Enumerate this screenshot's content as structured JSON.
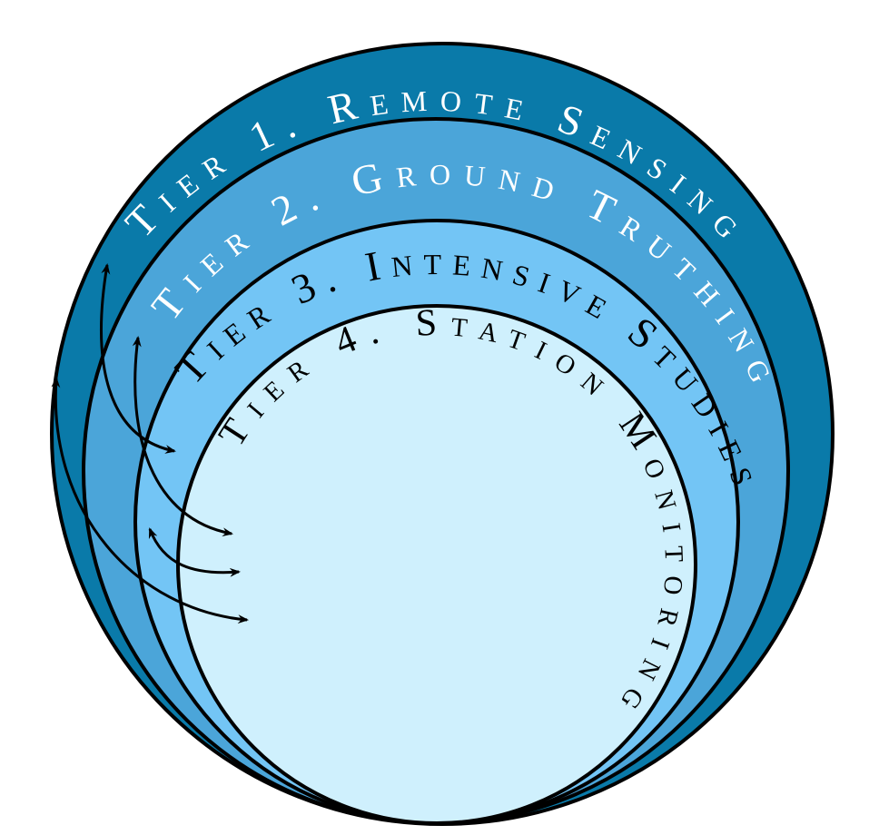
{
  "title": "Tiered monitoring framework",
  "tiers": [
    {
      "label": "Tier 1. Remote Sensing",
      "fill": "#0a7aa9",
      "text_color": "#ffffff"
    },
    {
      "label": "Tier 2. Ground Truthing",
      "fill": "#4ba5d9",
      "text_color": "#ffffff"
    },
    {
      "label": "Tier 3. Intensive Studies",
      "fill": "#73c5f5",
      "text_color": "#000000"
    },
    {
      "label": "Tier 4. Station Monitoring",
      "fill": "#cff0fd",
      "text_color": "#000000"
    }
  ],
  "arrows": {
    "style": "double-headed",
    "color": "#000000",
    "count": 4
  }
}
